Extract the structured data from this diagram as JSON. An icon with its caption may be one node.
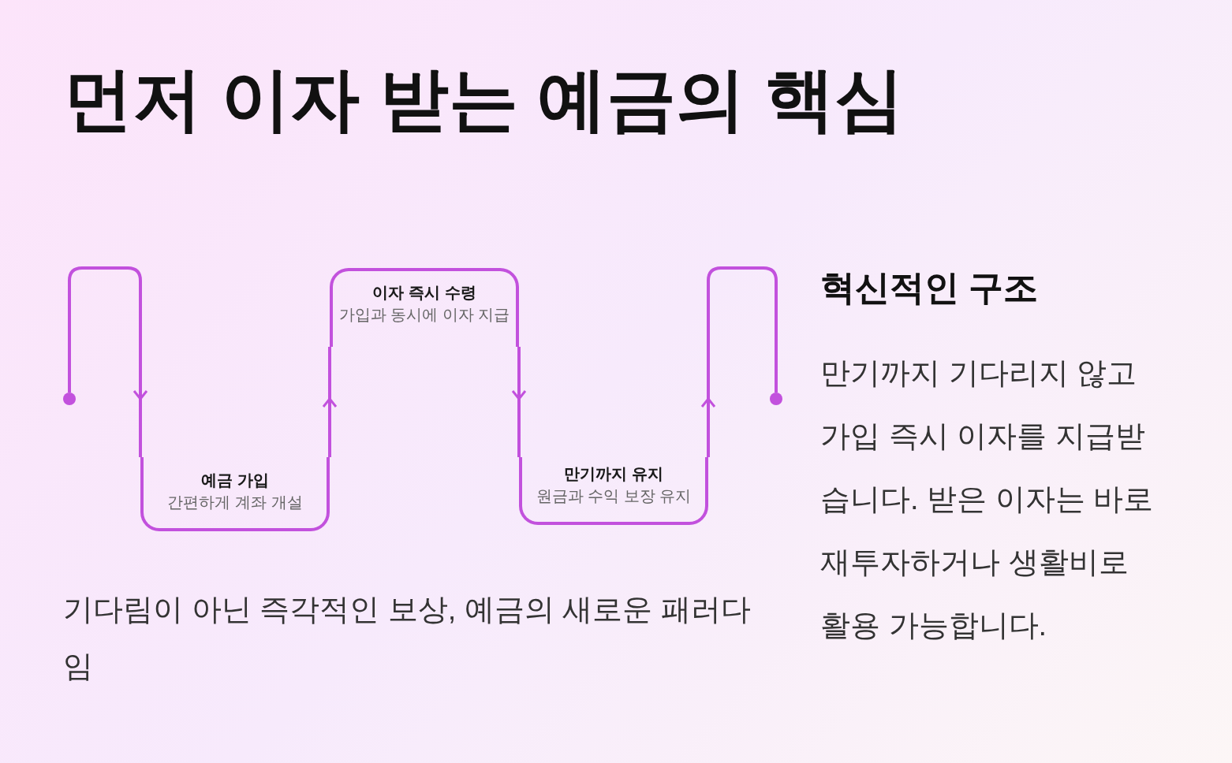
{
  "diagram": {
    "title": "먼저 이자 받는 예금의 핵심",
    "nodes": [
      {
        "text": [],
        "shape": "circle"
      },
      {
        "text": [
          "예금 가입",
          "간편하게 계좌 개설"
        ]
      },
      {
        "text": [
          "이자 즉시 수령",
          "가입과 동시에 이자 지급"
        ]
      },
      {
        "text": [
          "만기까지 유지",
          "원금과 수익 보장 유지"
        ]
      },
      {
        "text": [],
        "shape": "circle"
      }
    ],
    "edges": [
      {
        "from": 0,
        "to": 1,
        "arrow": "to"
      },
      {
        "from": 1,
        "to": 2,
        "arrow": "to"
      },
      {
        "from": 2,
        "to": 3,
        "arrow": "to"
      },
      {
        "from": 3,
        "to": 4,
        "arrow": "to"
      }
    ],
    "labels": [
      "기다림이 아닌 즉각적인 보상, 예금의 새로운 패러다임",
      "혁신적인 구조",
      "만기까지 기다리지 않고 가입 즉시 이자를 지급받습니다. 받은 이자는 바로 재투자하거나 생활비로 활용 가능합니다."
    ]
  }
}
